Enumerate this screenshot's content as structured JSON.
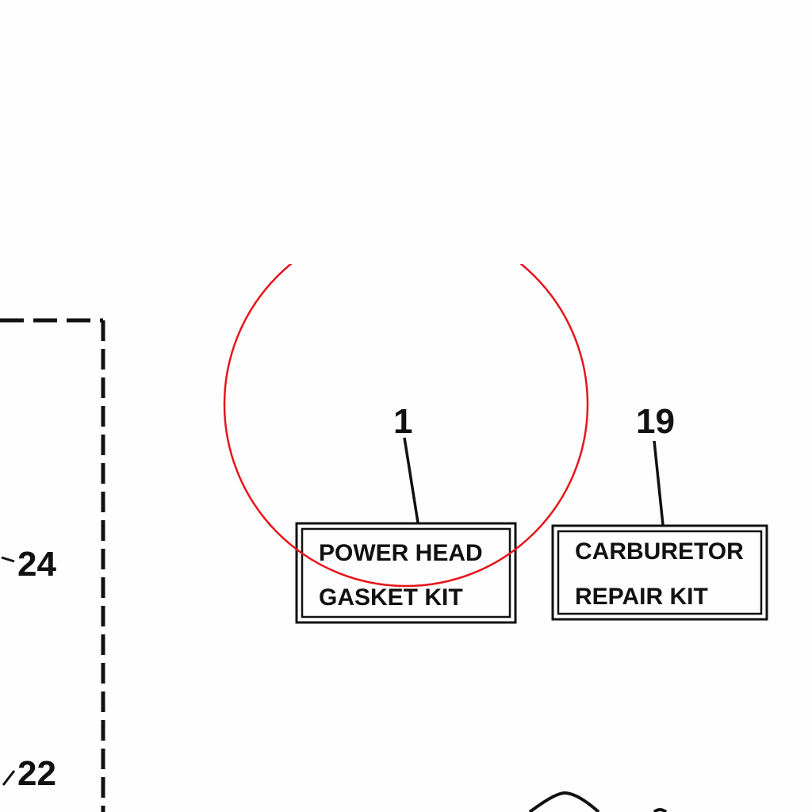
{
  "diagram": {
    "callouts": [
      {
        "number": "1",
        "label_lines": [
          "POWER HEAD",
          "GASKET KIT"
        ]
      },
      {
        "number": "19",
        "label_lines": [
          "CARBURETOR",
          "REPAIR KIT"
        ]
      }
    ],
    "side_numbers": [
      "24",
      "22"
    ],
    "highlight_color": "#e8141b",
    "ink_color": "#111111"
  }
}
